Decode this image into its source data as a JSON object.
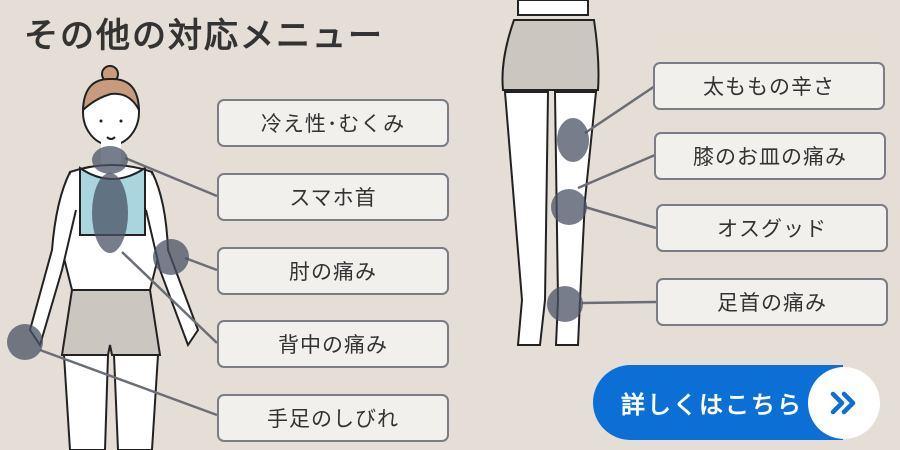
{
  "title": "その他の対応メニュー",
  "labels": [
    {
      "text": "冷え性･むくみ"
    },
    {
      "text": "スマホ首"
    },
    {
      "text": "肘の痛み"
    },
    {
      "text": "背中の痛み"
    },
    {
      "text": "手足のしびれ"
    },
    {
      "text": "太ももの辛さ"
    },
    {
      "text": "膝のお皿の痛み"
    },
    {
      "text": "オスグッド"
    },
    {
      "text": "足首の痛み"
    }
  ],
  "cta": {
    "label": "詳しくはこちら",
    "icon": "double-chevron-right-icon"
  },
  "colors": {
    "background": "#e4ded6",
    "accent": "#0b6fd6",
    "marker": "#5a6170",
    "label_bg": "#f2f0ed",
    "label_border": "#7a7d85"
  }
}
